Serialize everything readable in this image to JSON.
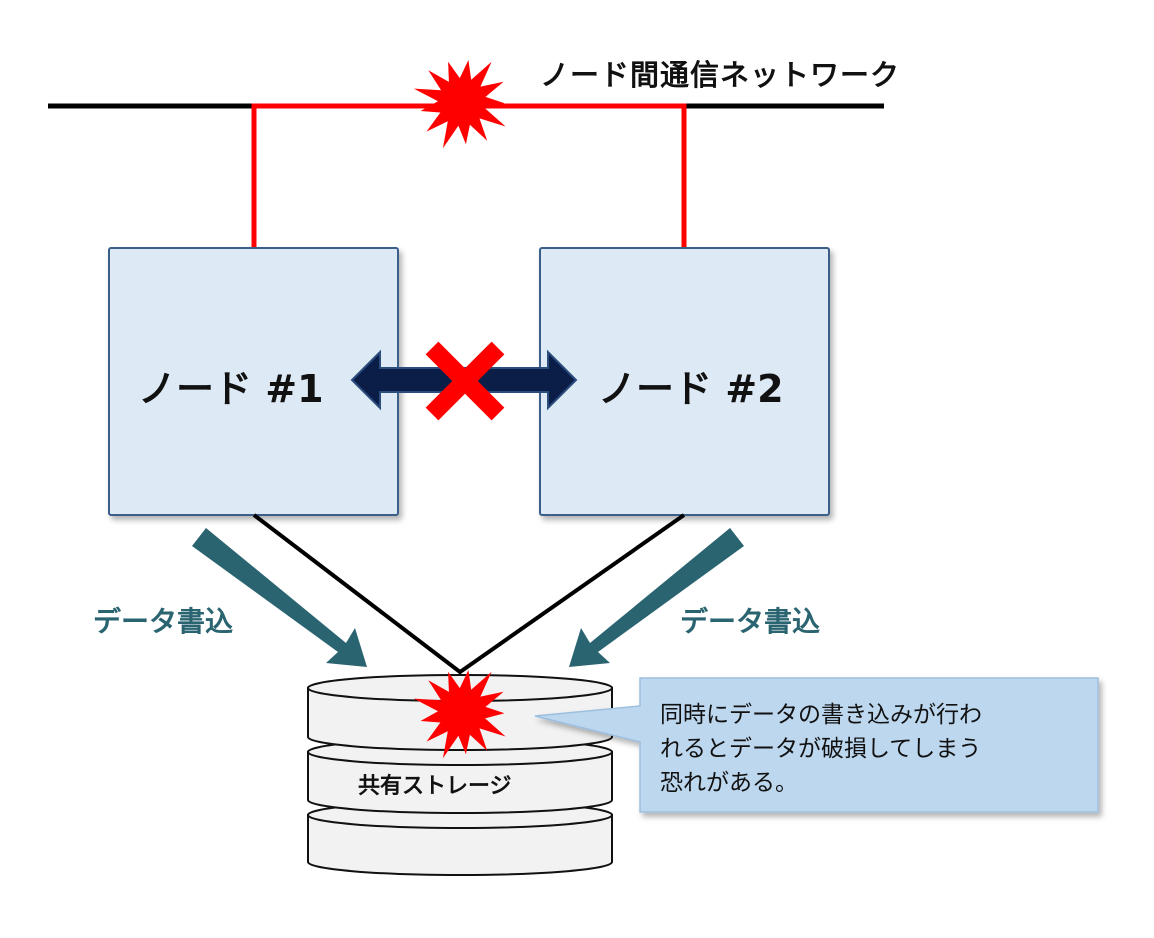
{
  "diagram": {
    "title": "ノード間通信ネットワーク",
    "nodes": [
      {
        "id": "node-1",
        "label": "ノード #1"
      },
      {
        "id": "node-2",
        "label": "ノード #2"
      }
    ],
    "write_arrows": [
      {
        "label": "データ書込",
        "from": "node-1",
        "to": "shared-storage"
      },
      {
        "label": "データ書込",
        "from": "node-2",
        "to": "shared-storage"
      }
    ],
    "storage": {
      "label": "共有ストレージ"
    },
    "callout": {
      "text": "同時にデータの書き込みが行わ\nれるとデータが破損してしまう\n恐れがある。"
    },
    "icons": {
      "network_failure": "explosion-burst-icon",
      "heartbeat_broken": "red-x-icon",
      "storage_conflict": "explosion-burst-icon",
      "heartbeat": "double-arrow-icon"
    },
    "colors": {
      "network_line": "#000000",
      "failed_link": "#ff0000",
      "node_fill": "#dde9f5",
      "node_border": "#3a5f88",
      "heartbeat_arrow": "#0b1e48",
      "write_arrow": "#2a6470",
      "storage_fill": "#f2f2f2",
      "callout_fill": "#bdd7ee"
    }
  }
}
